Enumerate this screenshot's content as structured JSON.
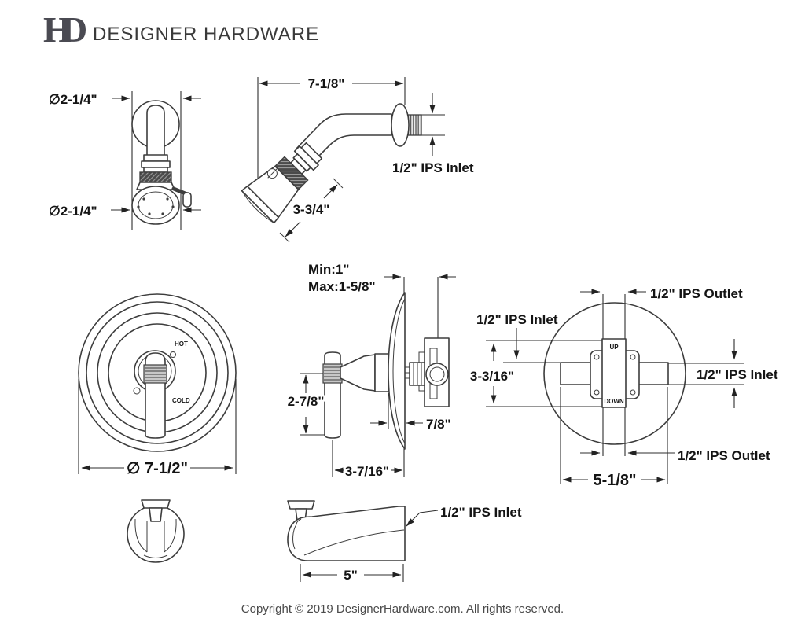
{
  "brand": {
    "monogram_h": "H",
    "monogram_d": "D",
    "name": "DESIGNER HARDWARE"
  },
  "figures": {
    "showerhead_front": {
      "dim_top": "∅2-1/4\"",
      "dim_bottom": "∅2-1/4\""
    },
    "showerhead_side": {
      "dim_width": "7-1/8\"",
      "dim_head_length": "3-3/4\"",
      "label_inlet": "1/2\" IPS Inlet"
    },
    "trim_front": {
      "label_hot": "HOT",
      "label_cold": "COLD",
      "dim_diameter": "∅ 7-1/2\""
    },
    "trim_side": {
      "dim_wall_min": "Min:1\"",
      "dim_wall_max": "Max:1-5/8\"",
      "dim_handle": "2-7/8\"",
      "dim_plate_depth": "7/8\"",
      "dim_overall_depth": "3-7/16\""
    },
    "rough_in_valve": {
      "label_outlet_top": "1/2\" IPS Outlet",
      "label_inlet_left": "1/2\" IPS Inlet",
      "label_inlet_right": "1/2\" IPS Inlet",
      "label_outlet_bottom": "1/2\" IPS Outlet",
      "dim_height": "3-3/16\"",
      "dim_width": "5-1/8\"",
      "label_up": "UP",
      "label_down": "DOWN"
    },
    "tub_spout": {
      "dim_length": "5\"",
      "label_inlet": "1/2\" IPS Inlet"
    }
  },
  "footer": {
    "copyright": "Copyright © 2019 DesignerHardware.com. All rights reserved."
  }
}
